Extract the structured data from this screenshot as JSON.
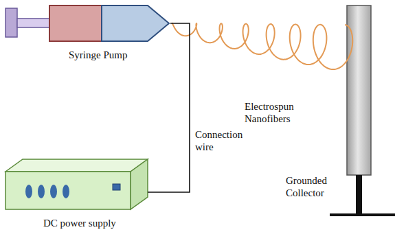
{
  "diagram": {
    "nodes": [
      {
        "text": [
          "Syringe Pump"
        ]
      },
      {
        "text": [
          "DC power supply"
        ]
      },
      {
        "text": [
          "Grounded Collector"
        ]
      }
    ],
    "edges": [
      {
        "from": 1,
        "to": 0,
        "arrow": "none"
      }
    ],
    "labels": [
      "Electrospun Nanofibers",
      "Connection wire"
    ]
  }
}
